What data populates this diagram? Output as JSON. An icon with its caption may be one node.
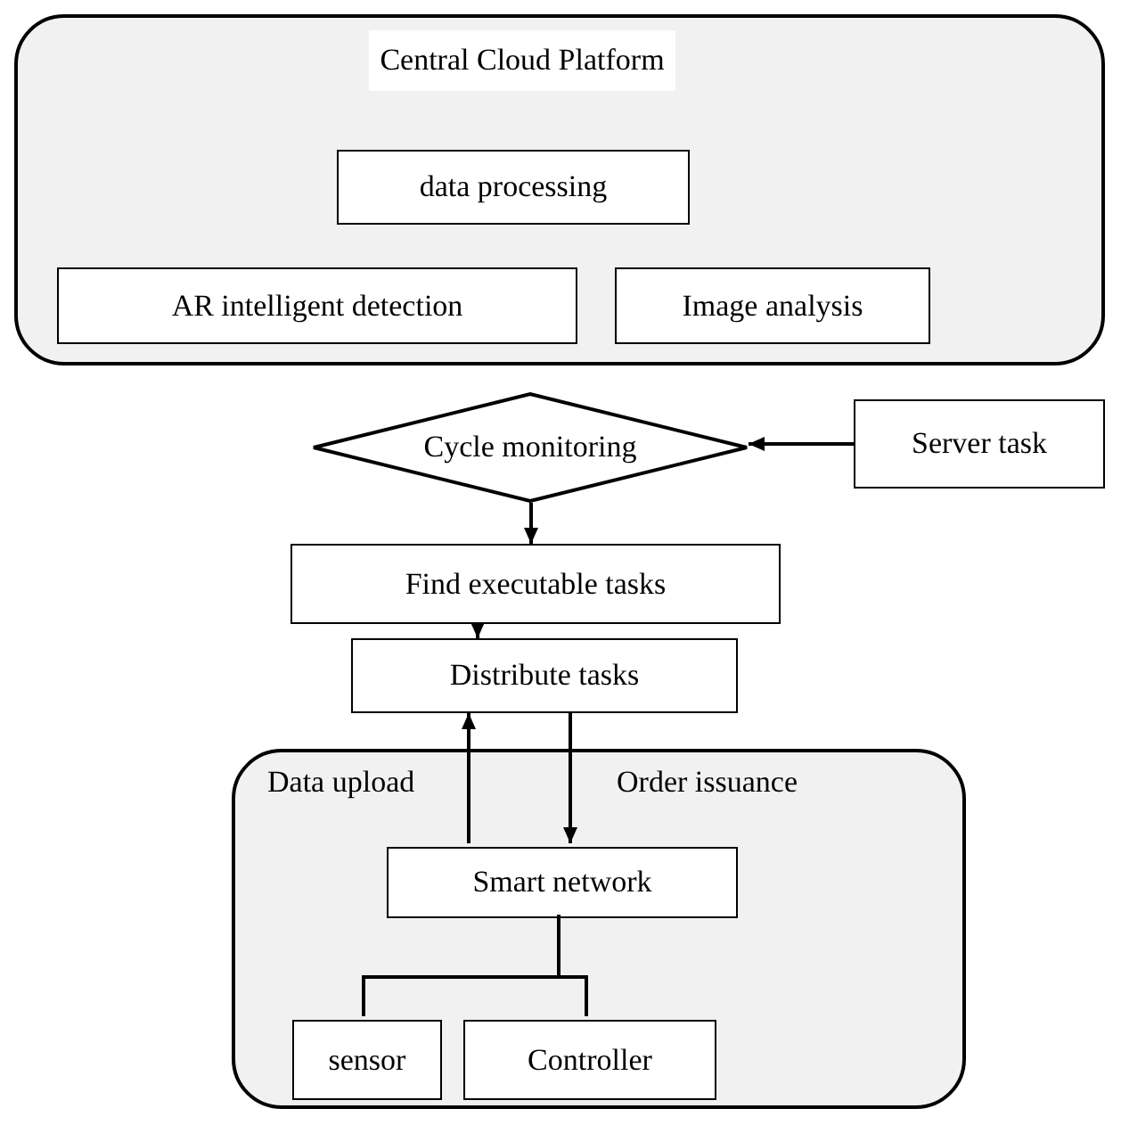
{
  "diagram": {
    "nodes": [
      {
        "text": [
          "Central Cloud Platform"
        ]
      },
      {
        "text": [
          "data processing"
        ],
        "in": 0
      },
      {
        "text": [
          "AR intelligent detection"
        ],
        "in": 0
      },
      {
        "text": [
          "Image analysis"
        ],
        "in": 0
      },
      {
        "text": [
          "Cycle monitoring"
        ]
      },
      {
        "text": [
          "Server task"
        ]
      },
      {
        "text": [
          "Find executable tasks"
        ]
      },
      {
        "text": [
          "Distribute tasks"
        ]
      },
      {
        "text": [],
        "shape": "box"
      },
      {
        "text": [
          "Smart network"
        ],
        "in": 8
      },
      {
        "text": [
          "sensor"
        ],
        "in": 8
      },
      {
        "text": [
          "Controller"
        ],
        "in": 8
      }
    ],
    "edges": [
      {
        "from": 5,
        "to": 4,
        "arrow": "to"
      },
      {
        "from": 4,
        "to": 6,
        "arrow": "to"
      },
      {
        "from": 6,
        "to": 7,
        "arrow": "to"
      },
      {
        "from": 9,
        "to": 7,
        "arrow": "to",
        "label": "Data upload"
      },
      {
        "from": 7,
        "to": 9,
        "arrow": "to",
        "label": "Order issuance"
      },
      {
        "from": 9,
        "to": 10,
        "arrow": "none"
      },
      {
        "from": 9,
        "to": 11,
        "arrow": "none"
      }
    ]
  }
}
